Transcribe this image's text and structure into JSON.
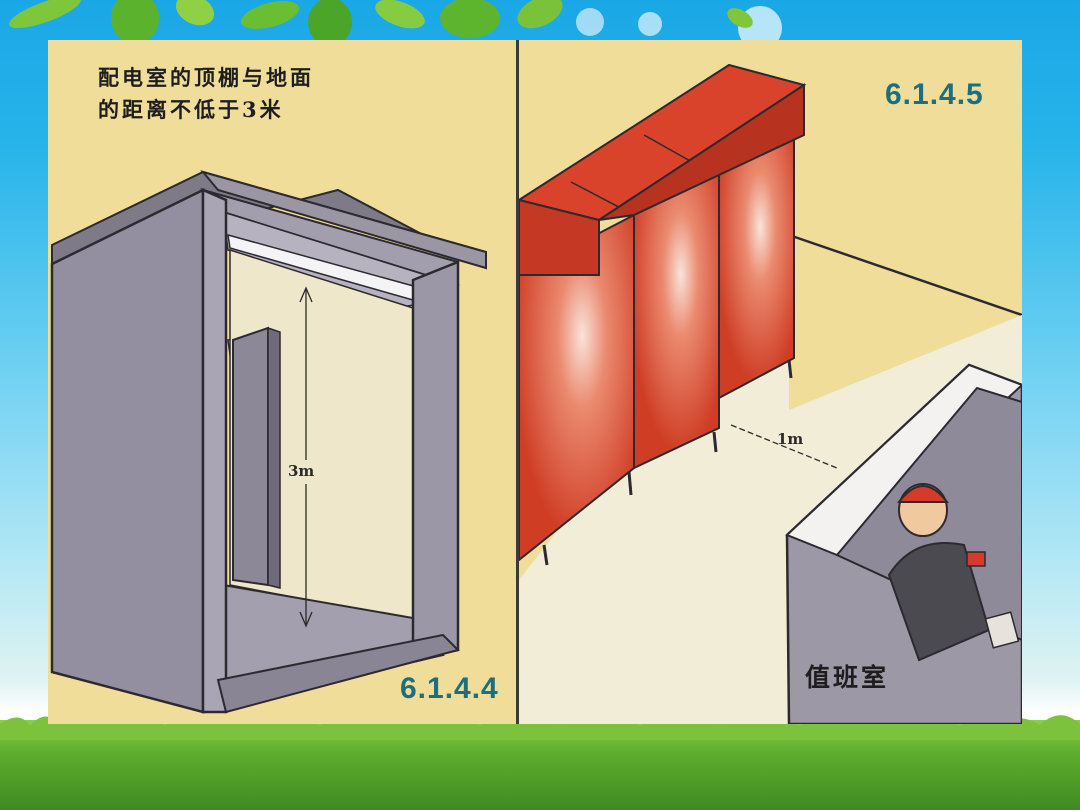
{
  "slide": {
    "left_panel": {
      "caption_line1": "配电室的顶棚与地面",
      "caption_line2": "的距离不低于3米",
      "height_label": "3m",
      "section_code": "6.1.4.4"
    },
    "right_panel": {
      "section_code": "6.1.4.5",
      "distance_label": "1m",
      "room_label": "值班室"
    }
  },
  "colors": {
    "panel_background": "#f0dd9a",
    "cabinet_red": "#d6442a",
    "structure_gray": "#8f8a98",
    "code_teal": "#1d6f80",
    "sky_blue": "#1aa7e6",
    "grass_green": "#4f9a2a"
  }
}
